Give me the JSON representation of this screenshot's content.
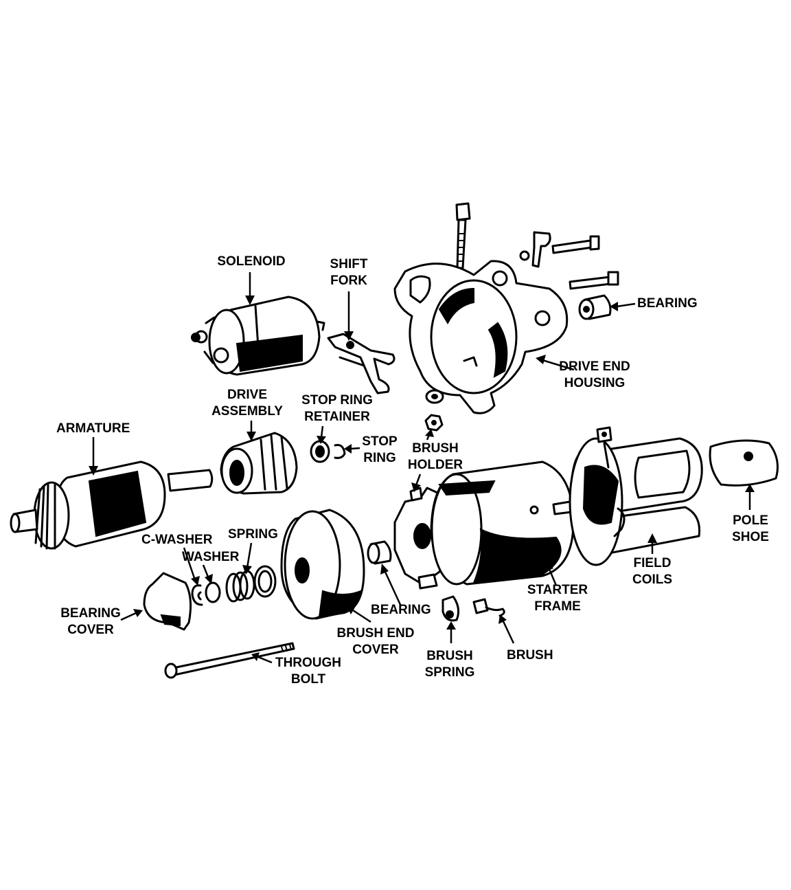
{
  "labels": {
    "solenoid": "SOLENOID",
    "shift_fork": [
      "SHIFT",
      "FORK"
    ],
    "bearing_top": "BEARING",
    "drive_end_housing": [
      "DRIVE END",
      "HOUSING"
    ],
    "drive_assembly": [
      "DRIVE",
      "ASSEMBLY"
    ],
    "stop_ring_retainer": [
      "STOP RING",
      "RETAINER"
    ],
    "stop_ring": [
      "STOP",
      "RING"
    ],
    "armature": "ARMATURE",
    "brush_holder": [
      "BRUSH",
      "HOLDER"
    ],
    "pole_shoe": [
      "POLE",
      "SHOE"
    ],
    "c_washer": "C-WASHER",
    "washer": "WASHER",
    "spring": "SPRING",
    "field_coils": [
      "FIELD",
      "COILS"
    ],
    "starter_frame": [
      "STARTER",
      "FRAME"
    ],
    "bearing_cover": [
      "BEARING",
      "COVER"
    ],
    "bearing_mid": "BEARING",
    "brush_end_cover": [
      "BRUSH END",
      "COVER"
    ],
    "brush_spring": [
      "BRUSH",
      "SPRING"
    ],
    "brush": "BRUSH",
    "through_bolt": [
      "THROUGH",
      "BOLT"
    ]
  }
}
